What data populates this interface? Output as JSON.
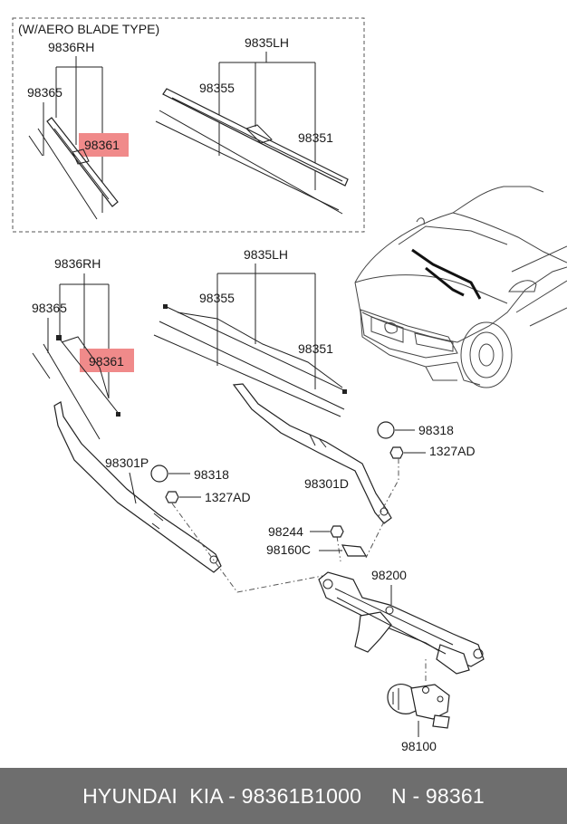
{
  "diagram": {
    "aero_title": "(W/AERO BLADE TYPE)",
    "labels": {
      "a_rh": "9836RH",
      "a_lh": "9835LH",
      "a_98365": "98365",
      "a_98361": "98361",
      "a_98355": "98355",
      "a_98351": "98351",
      "b_rh": "9836RH",
      "b_lh": "9835LH",
      "b_98365": "98365",
      "b_98361": "98361",
      "b_98355": "98355",
      "b_98351": "98351",
      "p98318_top": "98318",
      "p1327_top": "1327AD",
      "p98301P": "98301P",
      "p98318_left": "98318",
      "p1327_left": "1327AD",
      "p98301D": "98301D",
      "p98244": "98244",
      "p98160C": "98160C",
      "p98200": "98200",
      "p98100": "98100"
    }
  },
  "footer": {
    "text": "HYUNDAI  KIA - 98361B1000     N - 98361"
  },
  "colors": {
    "highlight": "#f08a8a",
    "footer_bg": "#6e6e6e"
  }
}
